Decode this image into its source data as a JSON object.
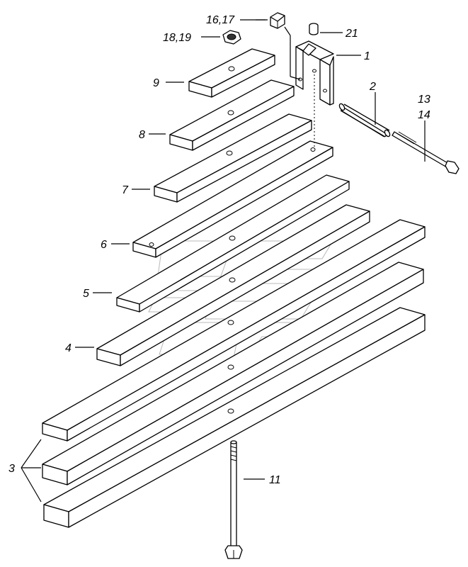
{
  "labels": {
    "l1": "1",
    "l2": "2",
    "l3": "3",
    "l4": "4",
    "l5": "5",
    "l6": "6",
    "l7": "7",
    "l8": "8",
    "l9": "9",
    "l11": "11",
    "l13": "13",
    "l14": "14",
    "l1617": "16,17",
    "l1819": "18,19",
    "l21": "21"
  }
}
